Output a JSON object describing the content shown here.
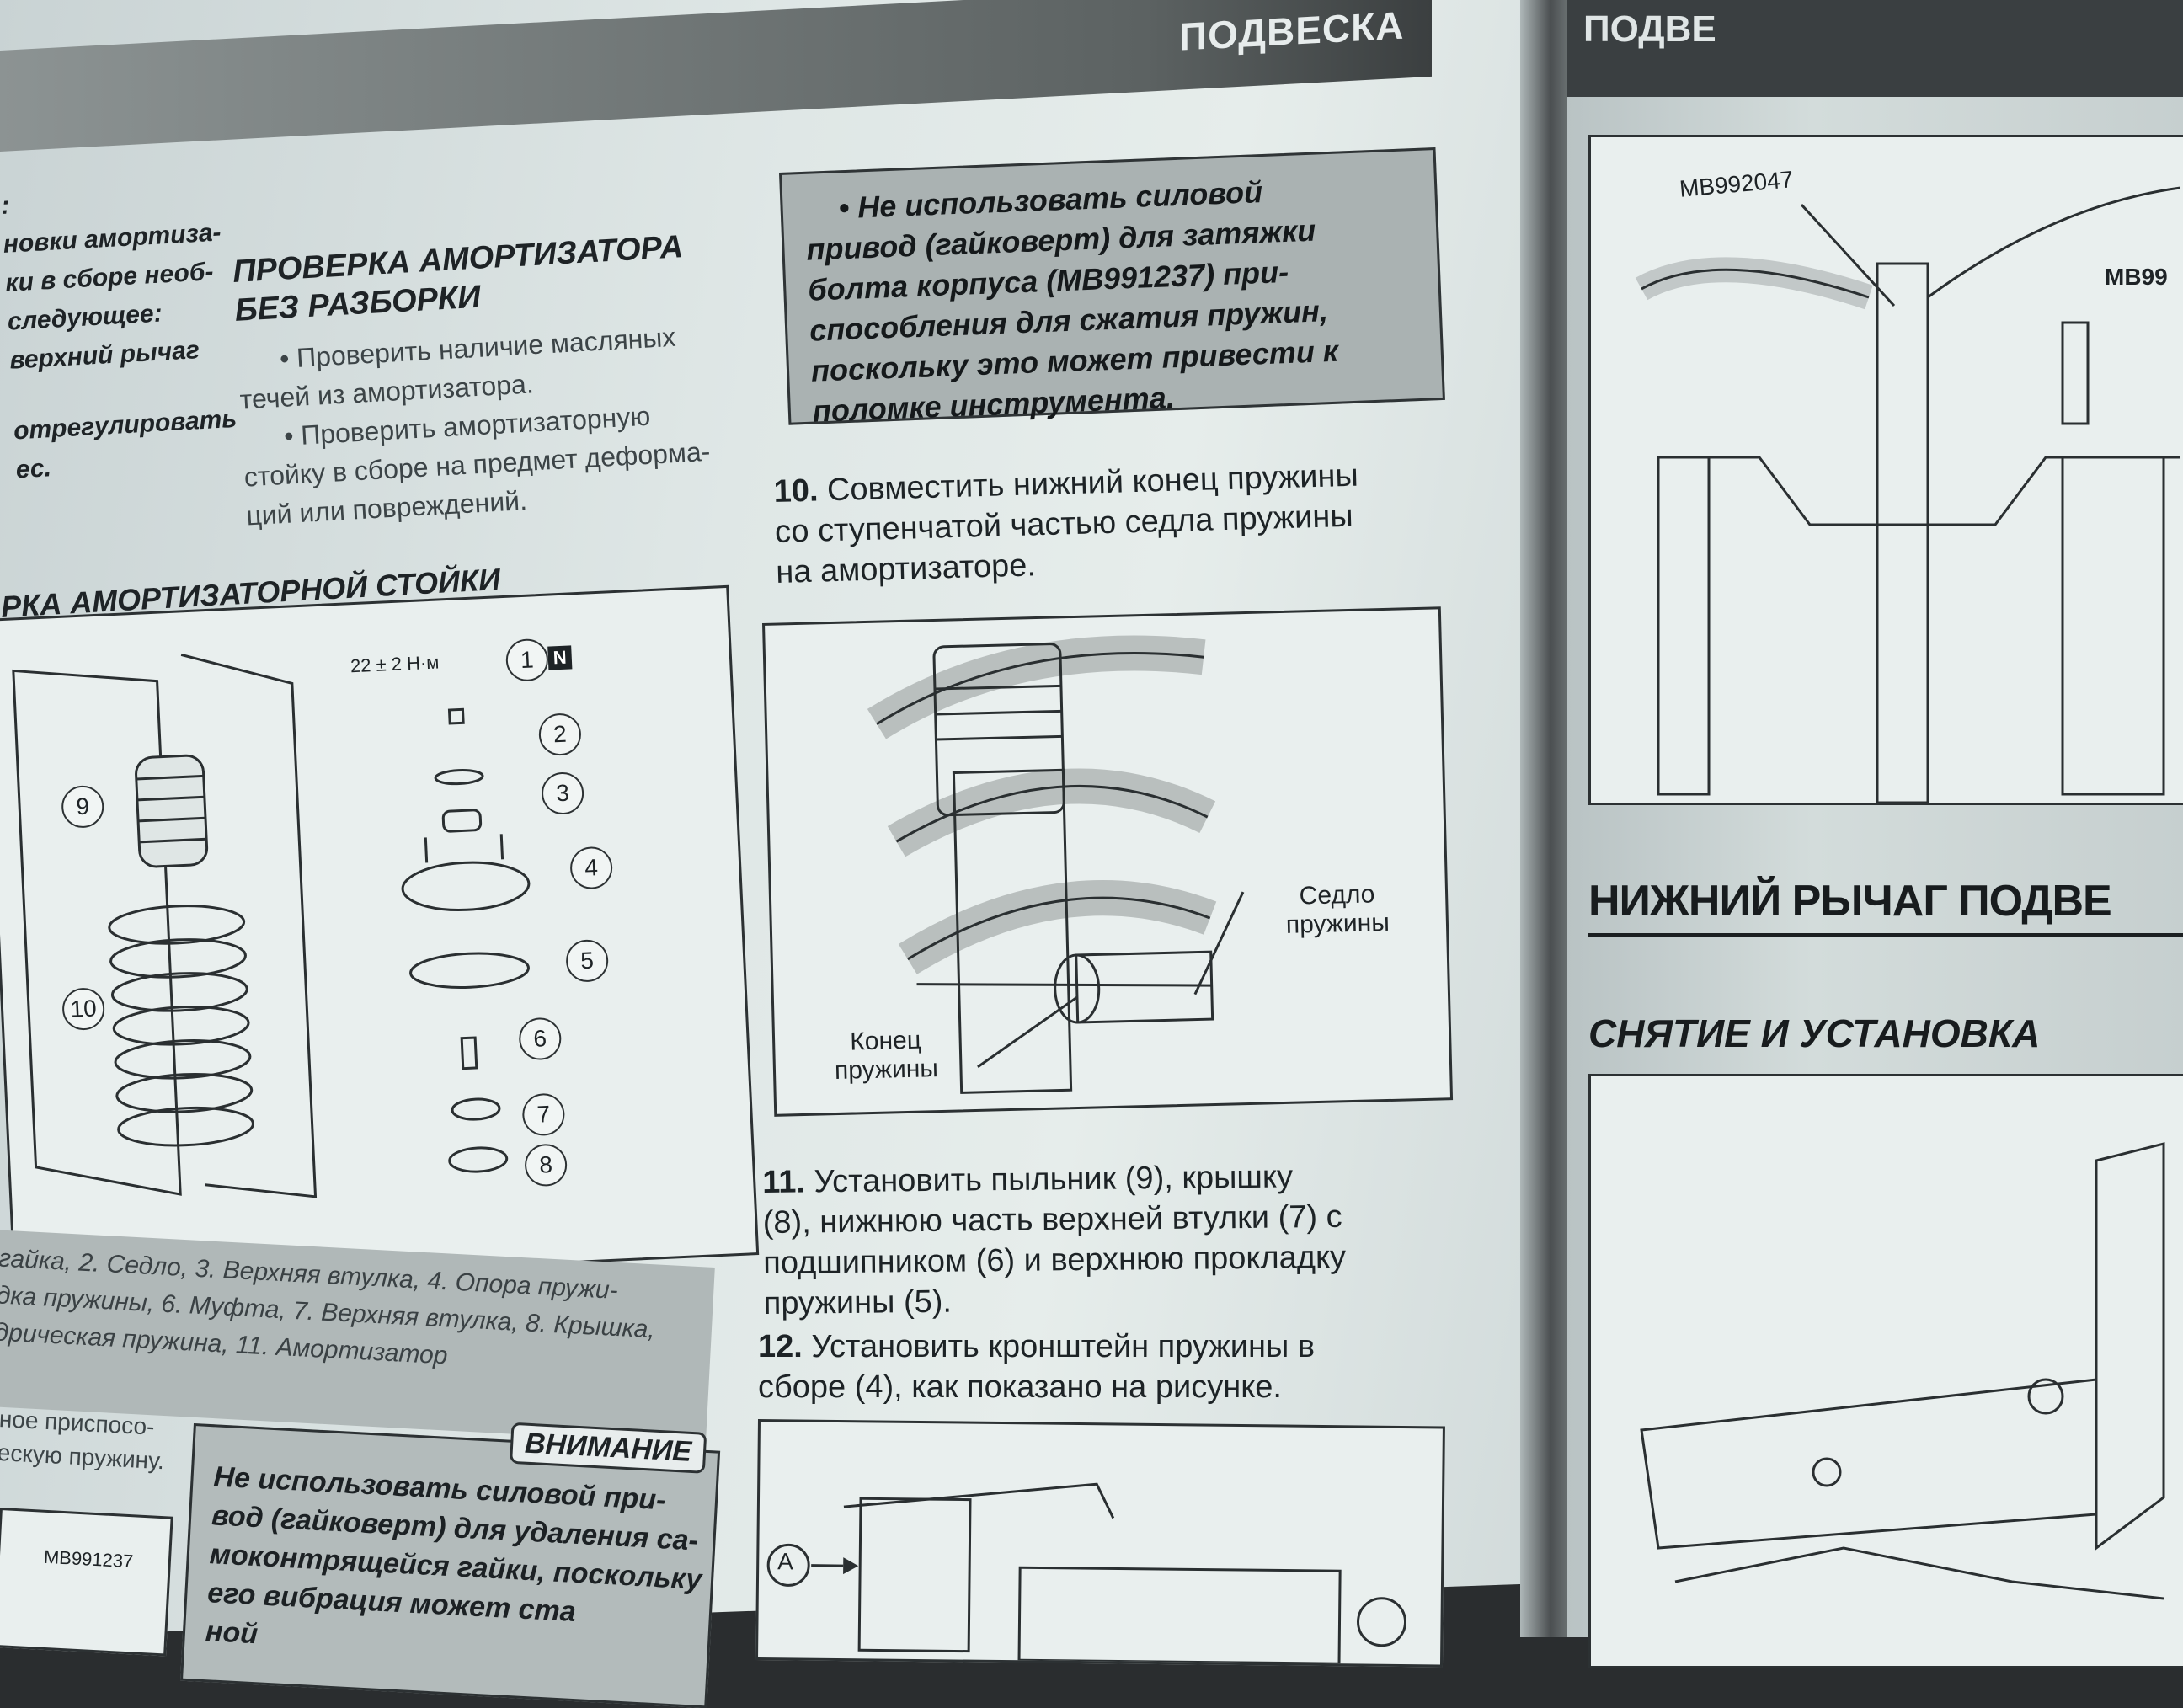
{
  "header": {
    "section": "ПОДВЕСКА",
    "right_section": "ПОДВЕ"
  },
  "left_fragments": [
    ":",
    "новки амортиза-",
    "ки в сборе необ-",
    "следующее:",
    "верхний рычаг",
    "отрегулировать",
    "ес."
  ],
  "check": {
    "title_line1": "ПРОВЕРКА АМОРТИЗАТОРА",
    "title_line2": "БЕЗ РАЗБОРКИ",
    "lines": [
      "• Проверить наличие масляных",
      "течей из амортизатора.",
      "• Проверить амортизаторную",
      "стойку в сборе на предмет деформа-",
      "ций или повреждений."
    ]
  },
  "assembly_title": "РКА АМОРТИЗАТОРНОЙ СТОЙКИ",
  "torque_label": "22 ± 2 Н·м",
  "torque_badge": "N",
  "callouts": [
    "1",
    "2",
    "3",
    "4",
    "5",
    "6",
    "7",
    "8",
    "9",
    "10"
  ],
  "caption_lines": [
    "гайка, 2. Седло, 3. Верхняя втулка, 4. Опора пружи-",
    "дка пружины, 6. Муфта, 7. Верхняя втулка, 8. Крышка,",
    "дрическая пружина, 11. Амортизатор"
  ],
  "bottom_left_lines": [
    "ное приспосо-",
    "ескую пружину."
  ],
  "tool_label_left": "MB991237",
  "attention": {
    "badge": "ВНИМАНИЕ",
    "lines": [
      "Не использовать силовой при-",
      "вод (гайковерт) для удаления са-",
      "моконтрящейся гайки, поскольку",
      "его вибрация может ста",
      "ной  "
    ]
  },
  "warning_lines": [
    "• Не использовать силовой",
    "привод (гайковерт) для затяжки",
    "болта корпуса (MB991237) при-",
    "способления для сжатия пружин,",
    "поскольку это может привести к",
    "поломке инструмента."
  ],
  "step10": {
    "num": "10.",
    "lines": [
      "Совместить нижний конец пружины",
      "со ступенчатой частью седла пружины",
      "на амортизаторе."
    ]
  },
  "spring_figure": {
    "label_seat_1": "Седло",
    "label_seat_2": "пружины",
    "label_end_1": "Конец",
    "label_end_2": "пружины"
  },
  "step11": {
    "num": "11.",
    "lines": [
      "Установить пыльник (9), крышку",
      "(8), нижнюю часть верхней втулки (7) с",
      "подшипником (6) и верхнюю прокладку",
      "пружины (5)."
    ]
  },
  "step12": {
    "num": "12.",
    "lines": [
      "Установить кронштейн пружины в",
      "сборе (4), как показано на рисунке."
    ]
  },
  "view_label": "A",
  "right_page": {
    "tool_1": "MB992047",
    "tool_2": "MB99",
    "title": "НИЖНИЙ РЫЧАГ ПОДВЕ",
    "subtitle": "СНЯТИЕ И УСТАНОВКА"
  }
}
